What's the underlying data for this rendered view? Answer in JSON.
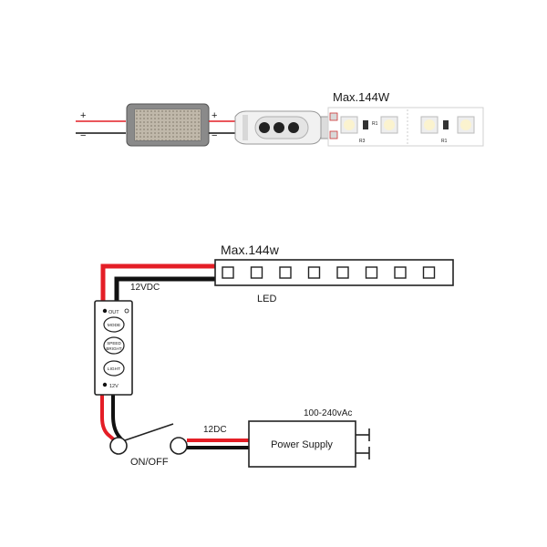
{
  "top_photo": {
    "strip_label": "Max.144W",
    "plus_sign": "+",
    "minus_sign": "−",
    "plus_sign_right": "+",
    "minus_sign_right": "−",
    "strip_marks": [
      "R3",
      "R1",
      "R1"
    ]
  },
  "schematic": {
    "strip_label": "Max.144w",
    "led_label": "LED",
    "led_cells": 8,
    "voltage_label": "12VDC",
    "controller": {
      "out_label": "OUT",
      "mode_label": "MODE",
      "speed_label_1": "SPEED",
      "speed_label_2": "BRIGHT",
      "light_label": "LIGHT",
      "in_label": "12V"
    },
    "switch_label": "ON/OFF",
    "dc_label": "12DC",
    "power_supply_label": "Power Supply",
    "input_label": "100-240vAc"
  },
  "colors": {
    "wire_red": "#e41e26",
    "wire_black": "#111111",
    "outline": "#222222"
  }
}
